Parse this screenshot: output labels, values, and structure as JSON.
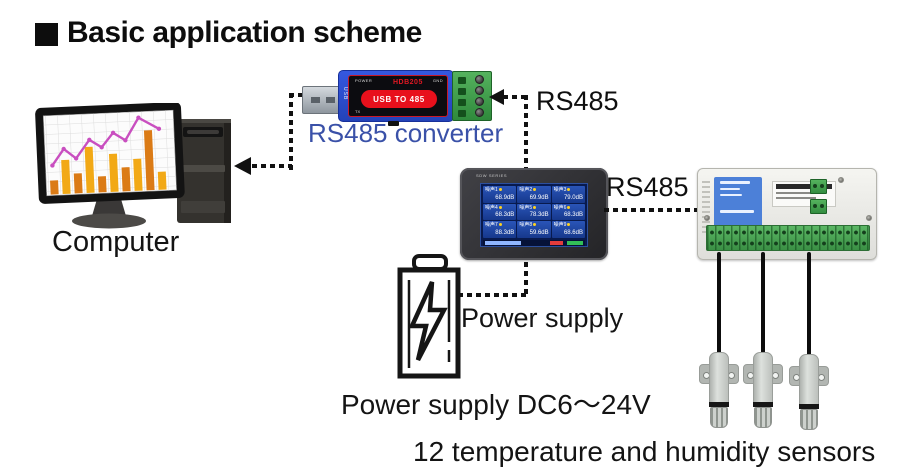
{
  "page": {
    "title": "Basic application scheme"
  },
  "colors": {
    "accent_blue_label": "#3a51a8",
    "converter_red": "#e8101c",
    "converter_blue": "#2d52d6",
    "terminal_green": "#3f9e4a",
    "screen_blue": "#16388c",
    "bar_color_dark": "#db7b16",
    "bar_color_light": "#f2a916",
    "line_magenta": "#c94fc0"
  },
  "computer": {
    "label": "Computer",
    "chart": {
      "bar_heights": [
        14,
        34,
        20,
        46,
        16,
        38,
        24,
        32,
        60,
        18
      ],
      "line_points": [
        [
          17,
          60
        ],
        [
          29,
          44
        ],
        [
          41,
          54
        ],
        [
          55,
          36
        ],
        [
          67,
          44
        ],
        [
          79,
          30
        ],
        [
          91,
          38
        ],
        [
          105,
          16
        ],
        [
          125,
          28
        ]
      ]
    }
  },
  "converter": {
    "label": "RS485 converter",
    "model": "HDB205",
    "name": "USB TO 485",
    "pin_power": "POWER",
    "pin_gnd": "GND",
    "pin_tx": "TX",
    "port": "USB"
  },
  "links": {
    "rs485_pc_link": "RS485",
    "rs485_sensor_link": "RS485"
  },
  "display": {
    "brand": "SDW SERIES",
    "cells": [
      {
        "label": "噪声1",
        "value": "68.9dB"
      },
      {
        "label": "噪声2",
        "value": "69.9dB"
      },
      {
        "label": "噪声3",
        "value": "79.0dB"
      },
      {
        "label": "噪声4",
        "value": "68.3dB"
      },
      {
        "label": "噪声5",
        "value": "78.3dB"
      },
      {
        "label": "噪声6",
        "value": "68.3dB"
      },
      {
        "label": "噪声7",
        "value": "88.3dB"
      },
      {
        "label": "噪声8",
        "value": "59.6dB"
      },
      {
        "label": "噪声9",
        "value": "68.6dB"
      }
    ]
  },
  "power": {
    "label": "Power supply",
    "spec": "Power supply DC6～24V"
  },
  "sensors": {
    "caption": "12 temperature and humidity sensors"
  }
}
